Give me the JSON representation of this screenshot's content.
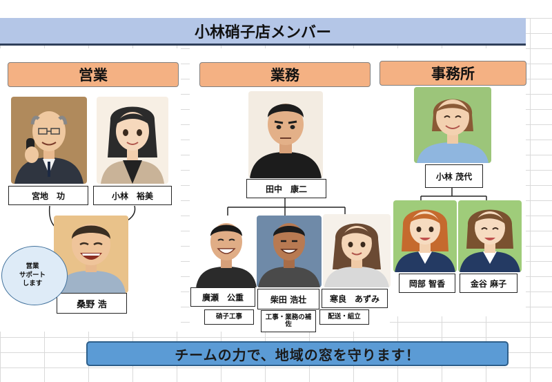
{
  "title": "小林硝子店メンバー",
  "sections": {
    "sales": "営業",
    "operations": "業務",
    "office": "事務所"
  },
  "members": {
    "miyachi": "宮地　功",
    "kobayashi_chika": "小林　裕美",
    "kuwano": "桑野 浩",
    "tanaka": "田中　康二",
    "hirose": "廣瀬　公重",
    "shibata": "柴田 浩壮",
    "narahara": "寒良　あずみ",
    "kobayashi_office": "小林 茂代",
    "okabe": "岡部 智香",
    "kanaya": "金谷 麻子"
  },
  "roles": {
    "hirose": "硝子工事",
    "shibata": "工事・業務の補佐",
    "narahara": "配送・組立"
  },
  "bubble": "営業\nサポート\nします",
  "slogan": "チームの力で、地域の窓を守ります！",
  "colors": {
    "title_bg": "#b4c6e7",
    "section_header_bg": "#f4b183",
    "bubble_bg": "#deebf7",
    "slogan_bg": "#5b9bd5"
  }
}
